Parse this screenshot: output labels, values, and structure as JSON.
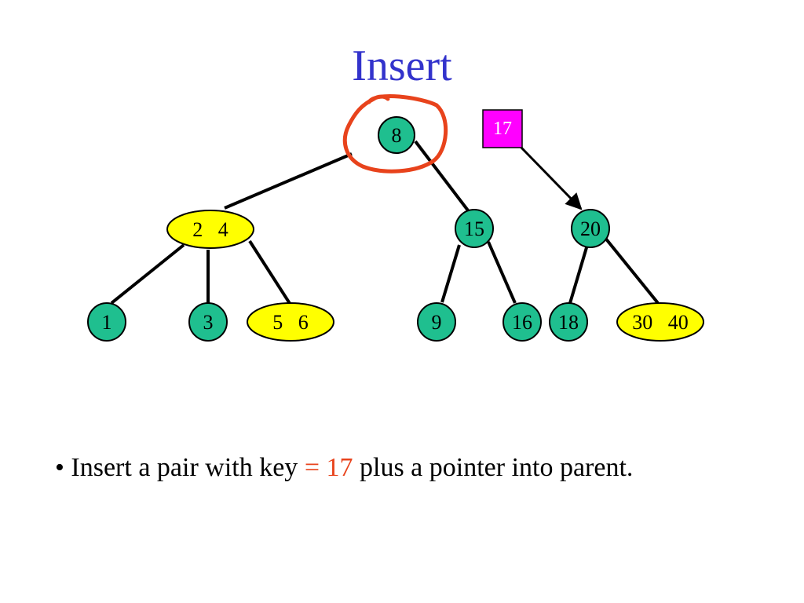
{
  "title": "Insert",
  "colors": {
    "title": "#3333cc",
    "green_node": "#1fbf8f",
    "yellow_node": "#ffff00",
    "new_key_box": "#ff00ff",
    "highlight_circle": "#e8431c",
    "highlight_text": "#e8431c",
    "edge": "#000000"
  },
  "tree": {
    "root": "8",
    "level1": [
      "2   4",
      "15",
      "20"
    ],
    "leaves": [
      "1",
      "3",
      "5   6",
      "9",
      "16",
      "18",
      "30   40"
    ]
  },
  "new_key": "17",
  "bullet": {
    "marker": "•",
    "prefix": "Insert a pair with key ",
    "equals": "=",
    "key": "17",
    "suffix": " plus a pointer into parent."
  }
}
